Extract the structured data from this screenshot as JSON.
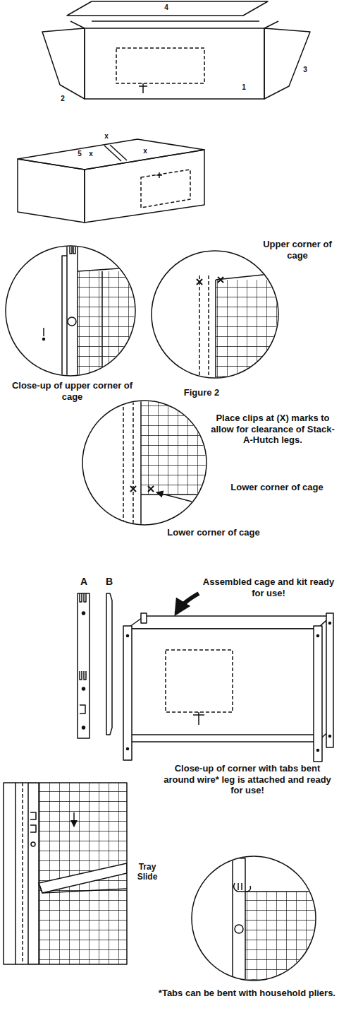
{
  "diagram": {
    "labels": [
      "4",
      "3",
      "1",
      "2",
      "x",
      "5",
      "x",
      "x",
      "Upper corner of cage",
      "Close-up of upper corner of cage",
      "Figure 2",
      "Place clips at (X) marks to allow for clearance of Stack-A-Hutch legs.",
      "Lower corner of cage",
      "Lower corner of cage",
      "A",
      "B",
      "Assembled cage and kit ready for use!",
      "Tray Slide",
      "Close-up of corner with tabs bent around wire* leg is attached and ready for use!",
      "*Tabs can be bent with household pliers."
    ]
  }
}
